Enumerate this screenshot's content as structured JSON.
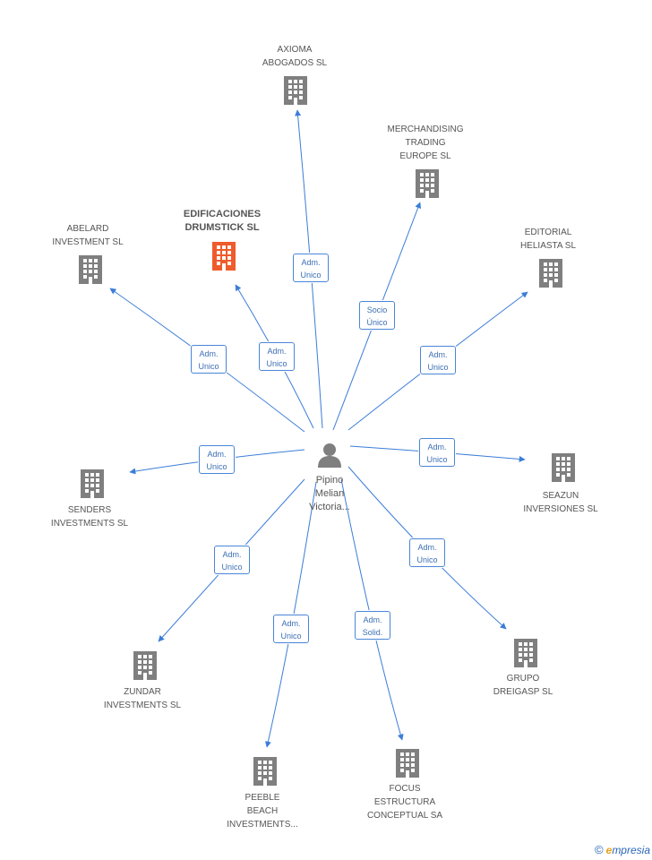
{
  "center": {
    "name_lines": [
      "Pipino",
      "Melian",
      "Victoria..."
    ],
    "icon": "person-icon"
  },
  "colors": {
    "edge": "#3b7dd8",
    "building": "#7f7f7f",
    "highlight": "#ef5b2b",
    "label": "#555555"
  },
  "nodes": [
    {
      "id": "axioma",
      "lines": [
        "AXIOMA",
        "ABOGADOS  SL"
      ],
      "relation": [
        "Adm.",
        "Unico"
      ],
      "highlight": false,
      "icon": "building-icon"
    },
    {
      "id": "merchandising",
      "lines": [
        "MERCHANDISING",
        "TRADING",
        "EUROPE SL"
      ],
      "relation": [
        "Socio",
        "Único"
      ],
      "highlight": false,
      "icon": "building-icon"
    },
    {
      "id": "editorial",
      "lines": [
        "EDITORIAL",
        "HELIASTA SL"
      ],
      "relation": [
        "Adm.",
        "Unico"
      ],
      "highlight": false,
      "icon": "building-icon"
    },
    {
      "id": "seazun",
      "lines": [
        "SEAZUN",
        "INVERSIONES SL"
      ],
      "relation": [
        "Adm.",
        "Unico"
      ],
      "highlight": false,
      "icon": "building-icon"
    },
    {
      "id": "dreigasp",
      "lines": [
        "GRUPO",
        "DREIGASP SL"
      ],
      "relation": [
        "Adm.",
        "Unico"
      ],
      "highlight": false,
      "icon": "building-icon"
    },
    {
      "id": "focus",
      "lines": [
        "FOCUS",
        "ESTRUCTURA",
        "CONCEPTUAL SA"
      ],
      "relation": [
        "Adm.",
        "Solid."
      ],
      "highlight": false,
      "icon": "building-icon"
    },
    {
      "id": "peeble",
      "lines": [
        "PEEBLE",
        "BEACH",
        "INVESTMENTS..."
      ],
      "relation": [
        "Adm.",
        "Unico"
      ],
      "highlight": false,
      "icon": "building-icon"
    },
    {
      "id": "zundar",
      "lines": [
        "ZUNDAR",
        "INVESTMENTS SL"
      ],
      "relation": [
        "Adm.",
        "Unico"
      ],
      "highlight": false,
      "icon": "building-icon"
    },
    {
      "id": "senders",
      "lines": [
        "SENDERS",
        "INVESTMENTS SL"
      ],
      "relation": [
        "Adm.",
        "Unico"
      ],
      "highlight": false,
      "icon": "building-icon"
    },
    {
      "id": "abelard",
      "lines": [
        "ABELARD",
        "INVESTMENT SL"
      ],
      "relation": [
        "Adm.",
        "Unico"
      ],
      "highlight": false,
      "icon": "building-icon"
    },
    {
      "id": "edificaciones",
      "lines": [
        "EDIFICACIONES",
        "DRUMSTICK SL"
      ],
      "relation": [
        "Adm.",
        "Unico"
      ],
      "highlight": true,
      "icon": "building-icon"
    }
  ],
  "footer": {
    "copyright": "©",
    "brand_initial": "e",
    "brand_rest": "mpresia"
  }
}
